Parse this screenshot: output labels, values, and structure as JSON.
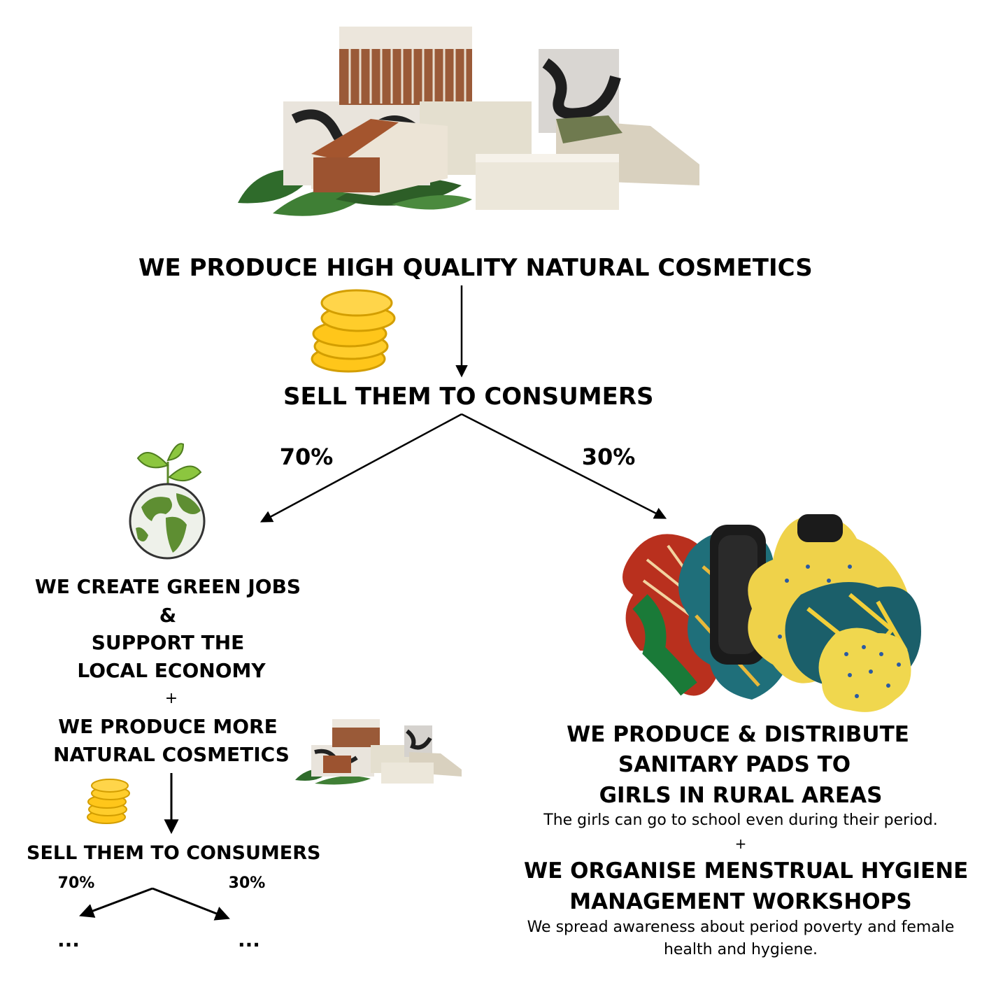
{
  "top": {
    "title": "WE PRODUCE HIGH QUALITY NATURAL COSMETICS",
    "sell": "SELL THEM TO CONSUMERS",
    "pct_left": "70%",
    "pct_right": "30%"
  },
  "left": {
    "line1": "WE CREATE GREEN JOBS",
    "amp": "&",
    "line2": "SUPPORT THE",
    "line3": "LOCAL ECONOMY",
    "plus": "+",
    "line4": "WE PRODUCE MORE",
    "line5": "NATURAL COSMETICS",
    "sell": "SELL THEM TO CONSUMERS",
    "pct_left": "70%",
    "pct_right": "30%",
    "ellipsis_left": "...",
    "ellipsis_right": "..."
  },
  "right": {
    "line1": "WE  PRODUCE & DISTRIBUTE",
    "line2": "SANITARY PADS TO",
    "line3": "GIRLS IN RURAL AREAS",
    "note1": "The girls can go to school even during their period.",
    "plus": "+",
    "line4": "WE ORGANISE MENSTRUAL HYGIENE",
    "line5": "MANAGEMENT WORKSHOPS",
    "note2a": "We spread awareness about period poverty and female",
    "note2b": "health and hygiene."
  }
}
